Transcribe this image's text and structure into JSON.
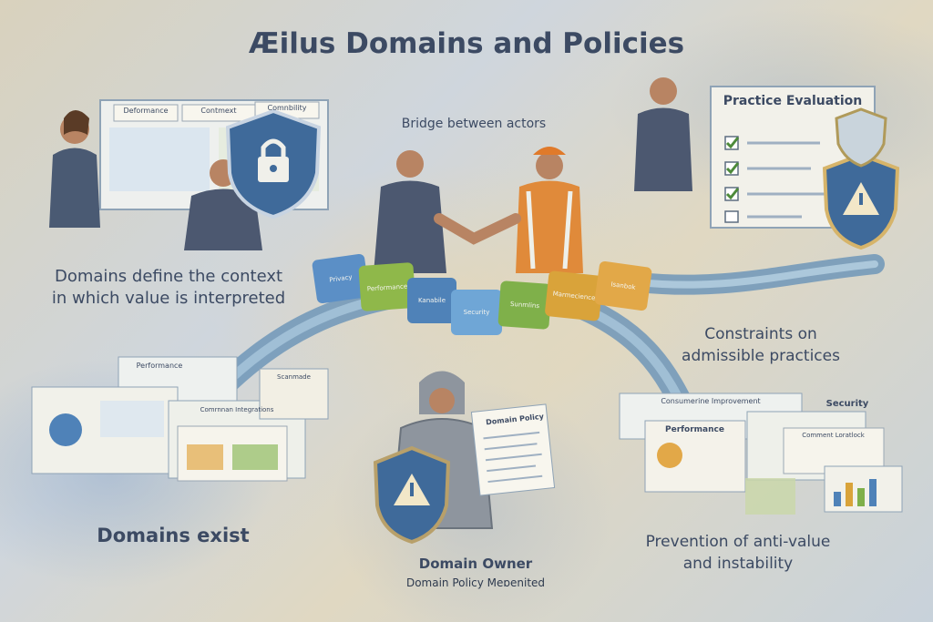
{
  "title": "Æilus Domains and Policies",
  "captions": {
    "bridge": "Bridge between actors",
    "domains_define_line1": "Domains define the context",
    "domains_define_line2": "in which value is interpreted",
    "constraints_line1": "Constraints on",
    "constraints_line2": "admissible practices",
    "domains_exist": "Domains exist",
    "prevention_line1": "Prevention of anti-value",
    "prevention_line2": "and instability",
    "domain_owner": "Domain Owner",
    "domain_owner_sub": "Domain Policy Meɒenited"
  },
  "board_tabs": [
    "Deformance",
    "Contmext",
    "Comnbility"
  ],
  "practice_board_title": "Practice Evaluation",
  "puzzle_pieces": [
    "Privacy",
    "Performance",
    "Kanabile",
    "Security",
    "Sunmlins",
    "Marmecience",
    "Isanbok"
  ],
  "doc_title": "Domain Policy",
  "screen_labels": {
    "left_top": "Performance",
    "left_mid": "Comrnnan Integrations",
    "left_small": "Scanmade",
    "right_top": "Consumerine Improvement",
    "right_tag": "Security",
    "right_card": "Performance",
    "right_card2": "Comment Loratlock"
  },
  "colors": {
    "title": "#3c4a63",
    "shield": "#3f6a9a",
    "pipe": "#5a8db5",
    "accent": "#e0a23a"
  }
}
